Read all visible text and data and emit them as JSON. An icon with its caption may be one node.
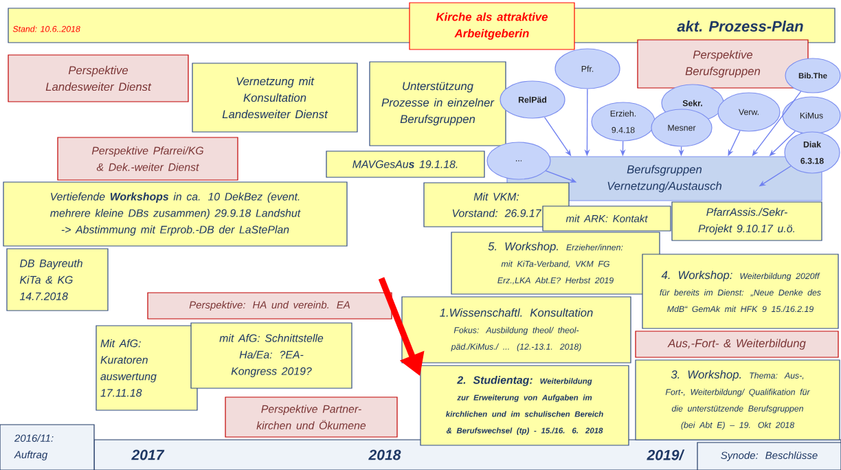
{
  "diagram": {
    "nodes": [
      {
        "text": [
          "Stand: 10.6..2018",
          "akt. Prozess-Plan"
        ]
      },
      {
        "text": [
          "Kirche als attraktive Arbeitgeberin"
        ]
      },
      {
        "text": [
          "Perspektive Landesweiter Dienst"
        ]
      },
      {
        "text": [
          "Vernetzung mit Konsultation Landesweiter Dienst"
        ]
      },
      {
        "text": [
          "Unterstützung Prozesse in einzelner Berufsgruppen"
        ]
      },
      {
        "text": [
          "Perspektive Berufsgruppen"
        ]
      },
      {
        "text": [
          "Berufsgruppen Vernetzung/Austausch"
        ]
      },
      {
        "text": [
          "Pfr."
        ]
      },
      {
        "text": [
          "Bib.The"
        ]
      },
      {
        "text": [
          "RelPäd"
        ]
      },
      {
        "text": [
          "Sekr."
        ]
      },
      {
        "text": [
          "Verw."
        ]
      },
      {
        "text": [
          "KiMus"
        ]
      },
      {
        "text": [
          "Erzieh. 9.4.18"
        ]
      },
      {
        "text": [
          "Mesner"
        ]
      },
      {
        "text": [
          "..."
        ]
      },
      {
        "text": [
          "Diak 6.3.18"
        ]
      },
      {
        "text": [
          "Perspektive Pfarrei/KG & Dek.-weiter Dienst"
        ]
      },
      {
        "text": [
          "MAVGesAu**s** 19.1.18."
        ]
      },
      {
        "text": [
          "Vertiefende **Workshops** in ca. 10 DekBez (event. mehrere kleine DBs zusammen) 29.9.18 Landshut -> Abstimmung mit Erprob.-DB der LaStePlan"
        ]
      },
      {
        "text": [
          "Mit VKM: Vorstand: 26.9.17"
        ]
      },
      {
        "text": [
          "PfarrAssis./Sekr- Projekt 9.10.17 u.ö."
        ]
      },
      {
        "text": [
          "mit ARK: Kontakt"
        ]
      },
      {
        "text": [
          "DB Bayreuth KiTa & KG 14.7.2018"
        ]
      },
      {
        "text": [
          "5. Workshop.",
          "Erzieher/innen: mit KiTa-Verband, VKM FG Erz.,LKA Abt.E? Herbst 2019"
        ]
      },
      {
        "text": [
          "4. Workshop:",
          "Weiterbildung 2020ff für bereits im Dienst: „Neue Denke des MdB“ GemAk mit HFK 9 15./16.2.19"
        ]
      },
      {
        "text": [
          "Perspektive: HA und vereinb. EA"
        ]
      },
      {
        "text": [
          "1.Wissenschaftl. Konsultation",
          "Fokus: Ausbildung theol/ theol-päd./KiMus./ ... (12.-13.1. 2018)"
        ]
      },
      {
        "text": [
          "Aus,-Fort- & Weiterbildung"
        ]
      },
      {
        "text": [
          "Mit AfG: Kuratoren auswertung 17.11.18"
        ]
      },
      {
        "text": [
          "mit AfG: Schnittstelle Ha/Ea: ?EA-Kongress 2019?"
        ]
      },
      {
        "text": [
          "2. Studientag:",
          "Weiterbildung zur Erweiterung von Aufgaben im kirchlichen und im schulischen Bereich & Berufswechsel (tp) - 15./16. 6. 2018"
        ]
      },
      {
        "text": [
          "3. Workshop.",
          "Thema: Aus-, Fort-, Weiterbildung/ Qualifikation für die unterstützende Berufsgruppen (bei Abt E) – 19. Okt 2018"
        ]
      },
      {
        "text": [
          "Perspektive Partner- kirchen und Ökumene"
        ]
      },
      {
        "text": [
          "2016/11: Auftrag"
        ]
      },
      {
        "text": [
          "Synode: Beschlüsse"
        ]
      }
    ],
    "edges": [
      {
        "from": 7,
        "to": 6,
        "arrow": "to"
      },
      {
        "from": 9,
        "to": 6,
        "arrow": "to"
      },
      {
        "from": 13,
        "to": 6,
        "arrow": "to"
      },
      {
        "from": 14,
        "to": 6,
        "arrow": "to"
      },
      {
        "from": 11,
        "to": 6,
        "arrow": "to"
      },
      {
        "from": 8,
        "to": 6,
        "arrow": "to"
      },
      {
        "from": 12,
        "to": 6,
        "arrow": "to"
      },
      {
        "from": 15,
        "to": 6,
        "arrow": "to"
      },
      {
        "from": 16,
        "to": 6,
        "arrow": "to"
      },
      {
        "from": null,
        "to": 31,
        "arrow": "to",
        "style": "thick",
        "color": "#ff0000"
      }
    ],
    "labels": [
      "2017",
      "2018",
      "2019/"
    ]
  }
}
